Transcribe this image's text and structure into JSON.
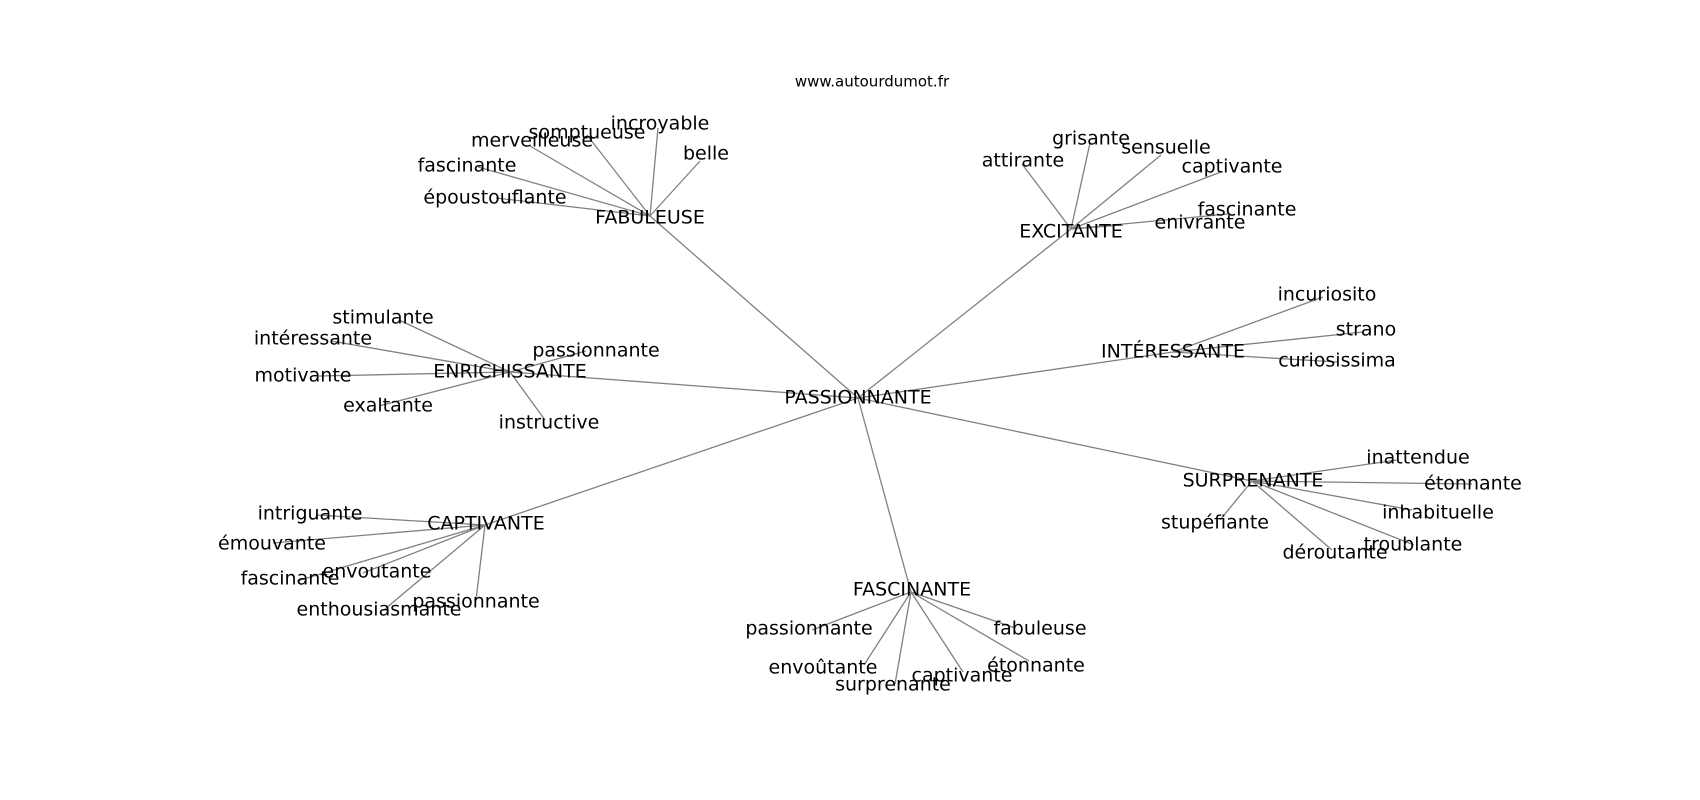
{
  "website": "www.autourdumot.fr",
  "root": "PASSIONNANTE",
  "clusters": [
    {
      "name": "FABULEUSE",
      "words": [
        "incroyable",
        "somptueuse",
        "merveilleuse",
        "fascinante",
        "époustouflante",
        "belle"
      ]
    },
    {
      "name": "EXCITANTE",
      "words": [
        "grisante",
        "sensuelle",
        "attirante",
        "captivante",
        "fascinante",
        "enivrante"
      ]
    },
    {
      "name": "INTÉRESSANTE",
      "words": [
        "incuriosito",
        "strano",
        "curiosissima"
      ]
    },
    {
      "name": "ENRICHISSANTE",
      "words": [
        "stimulante",
        "intéressante",
        "passionnante",
        "motivante",
        "exaltante",
        "instructive"
      ]
    },
    {
      "name": "SURPRENANTE",
      "words": [
        "inattendue",
        "étonnante",
        "inhabituelle",
        "stupéfiante",
        "troublante",
        "déroutante"
      ]
    },
    {
      "name": "CAPTIVANTE",
      "words": [
        "intriguante",
        "émouvante",
        "envoutante",
        "fascinante",
        "passionnante",
        "enthousiasmante"
      ]
    },
    {
      "name": "FASCINANTE",
      "words": [
        "passionnante",
        "fabuleuse",
        "envoûtante",
        "étonnante",
        "captivante",
        "surprenante"
      ]
    }
  ]
}
